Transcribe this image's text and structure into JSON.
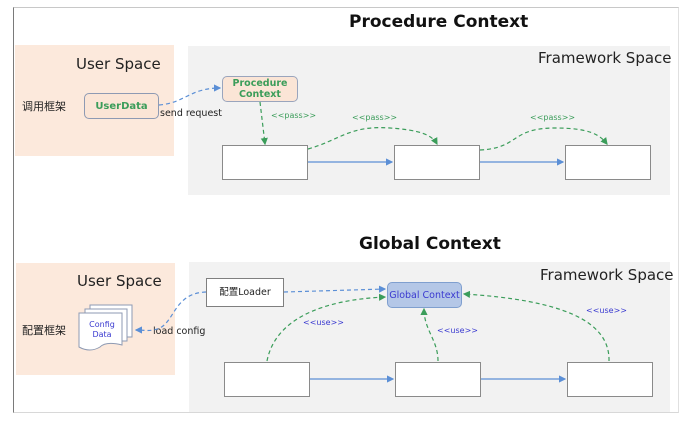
{
  "procedure_section": {
    "title": "Procedure Context",
    "user_space_label": "User Space",
    "framework_space_label": "Framework Space",
    "caller_label": "调用框架",
    "user_data_node": "UserData",
    "context_node": "Procedure Context",
    "send_request_label": "send request",
    "pass_labels": [
      "<<pass>>",
      "<<pass>>",
      "<<pass>>"
    ],
    "stage_boxes": 3
  },
  "global_section": {
    "title": "Global Context",
    "user_space_label": "User Space",
    "framework_space_label": "Framework Space",
    "config_label": "配置框架",
    "config_data_node": "Config Data",
    "loader_node": "配置Loader",
    "context_node": "Global Context",
    "load_config_label": "load config",
    "use_labels": [
      "<<use>>",
      "<<use>>",
      "<<use>>"
    ],
    "stage_boxes": 3
  },
  "colors": {
    "user_space_bg": "#fbe5d6",
    "framework_space_bg": "#f2f2f2",
    "pass_green": "#3b9d5a",
    "flow_blue": "#5b8fd6",
    "use_blue": "#3a3ad0",
    "global_ctx_bg": "#b4c7e7"
  }
}
